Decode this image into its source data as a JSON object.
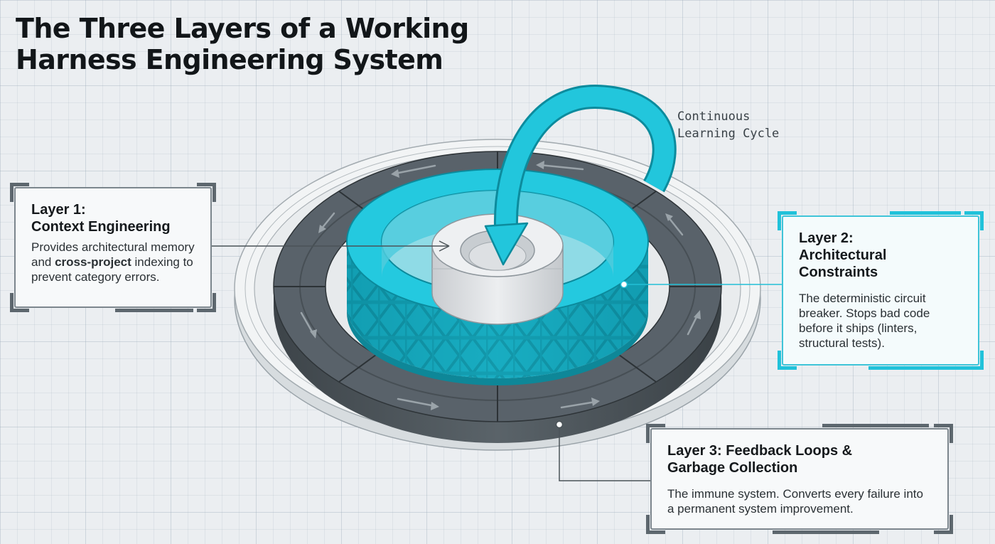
{
  "title": {
    "line1": "The Three Layers of a Working",
    "line2": "Harness Engineering System"
  },
  "cycle_label": {
    "line1": "Continuous",
    "line2": "Learning Cycle"
  },
  "layer1": {
    "title_line1": "Layer 1:",
    "title_line2": "Context Engineering",
    "body_before": "Provides architectural memory and ",
    "body_bold": "cross-project",
    "body_after": " indexing to prevent category errors."
  },
  "layer2": {
    "title_line1": "Layer 2:",
    "title_line2": "Architectural",
    "title_line3": "Constraints",
    "body": "The deterministic circuit breaker. Stops bad code before it ships (linters, structural tests)."
  },
  "layer3": {
    "title_line1": "Layer 3: Feedback Loops &",
    "title_line2": "Garbage Collection",
    "body": "The immune system. Converts every failure into a permanent system improvement."
  },
  "colors": {
    "accent_cyan": "#21c2da",
    "dark_ring": "#4e575d",
    "core": "#e4e6e8",
    "background": "#ebeef1"
  },
  "icons": [
    "connector-dot-icon",
    "arrow-head-icon",
    "curved-arrow-icon"
  ]
}
